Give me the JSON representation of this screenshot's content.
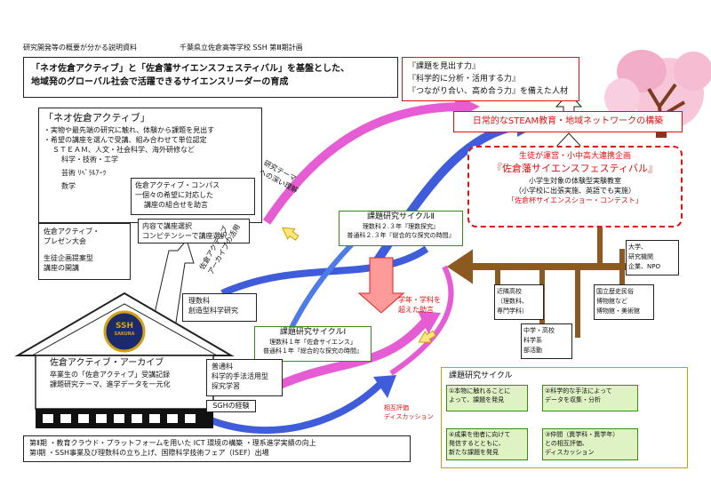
{
  "header": {
    "left": "研究開発等の概要が分かる説明資料",
    "right": "千葉県立佐倉高等学校 SSH 第Ⅲ期計画"
  },
  "theme": {
    "line1": "「ネオ佐倉アクティブ」と「佐倉藩サイエンスフェスティバル」を基盤とした、",
    "line2": "地域発のグローバル社会で活躍できるサイエンスリーダーの育成"
  },
  "goals": [
    "『課題を見出す力』",
    "『科学的に分析・活用する力』",
    "『つながり合い、高め合う力』を備えた人材"
  ],
  "steam": "日常的なSTEAM教育・地域ネットワークの構築",
  "neo": {
    "title": "「ネオ佐倉アクティブ」",
    "l1": "・実物や最先端の研究に触れ、体験から課題を見出す",
    "l2": "・希望の講座を選んで受講、組み合わせて単位認定",
    "l3": "ＳＴＥＡＭ、人文・社会科学、海外研修など",
    "l4": "科学・技術・工学",
    "l5": "芸術 ﾘﾍﾞﾗﾙｱｰﾂ",
    "l6": "数学"
  },
  "compass": {
    "l1": "佐倉アクティブ・コンパス",
    "l2": "一個々の希望に対応した",
    "l3": "講座の組合せを助言"
  },
  "select": {
    "l1": "内容で講座選択",
    "l2": "コンピテンシーで講座選択"
  },
  "presen": {
    "l1": "佐倉アクティブ・",
    "l2": "プレゼン大会",
    "l3": "生徒企画提案型",
    "l4": "講座の開講"
  },
  "labels": {
    "deep": "研究テーマ",
    "deep2": "への深い理解",
    "archive_use1": "佐倉アクティブ",
    "archive_use2": "アーカイブの活用",
    "advice1": "学年・学科を",
    "advice2": "超えた助言",
    "mutual1": "相互評価",
    "mutual2": "ディスカッション"
  },
  "cycle2": {
    "title": "課題研究サイクルⅡ",
    "l1": "理数科２.３年『理数探究』",
    "l2": "普通科２.３年『総合的な探究の時間』"
  },
  "cycle1": {
    "title": "課題研究サイクルⅠ",
    "l1": "理数科１年「佐倉サイエンス」",
    "l2": "普通科１年『総合的な探究の時間』"
  },
  "rika": {
    "l1": "理数科",
    "l2": "創造型科学研究"
  },
  "futsu": {
    "l1": "普通科",
    "l2": "科学的手法活用型",
    "l3": "探究学習"
  },
  "sgh": "SGHの経験",
  "archive": {
    "title": "佐倉アクティブ・アーカイブ",
    "l1": "卒業生の「佐倉アクティブ」受講記録",
    "l2": "課題研究テーマ、進学データを一元化"
  },
  "logo": {
    "main": "SSH",
    "sub": "SAKURA"
  },
  "fest": {
    "l1": "生徒が運営・小中高大連携企画",
    "l1b": "『佐倉藩サイエンスフェスティバル』",
    "l2": "小学生対象の体験型実験教室",
    "l3": "（小学校に出張実施、英語でも実施）",
    "l4": "「佐倉杯サイエンスショー・コンテスト」"
  },
  "partners": [
    {
      "text": "近隣高校\n（理数科、\n専門学科）"
    },
    {
      "text": "中学・高校\n科学系\n部活動"
    },
    {
      "text": "大学、\n研究機関\n企業、NPO"
    },
    {
      "text": "国立歴史民俗\n博物館など\n博物館・美術館"
    }
  ],
  "cycleBox": {
    "title": "課題研究サイクル",
    "s1": "①本物に触れることに\nよって、課題を発見",
    "s2": "②科学的な手法によって\nデータを収集・分析",
    "s3": "③仲間（異学科・異学年）\nとの相互評価、\nディスカッション",
    "s4": "④成果を他者に向けて\n発信するとともに、\n新たな課題を発見"
  },
  "footer": {
    "l1": "第Ⅱ期 ・教育クラウド・プラットフォームを用いた ICT 環境の構築 ・理系進学実績の向上",
    "l2": "第Ⅰ期 ・SSH事業及び理数科の立ち上げ、国際科学技術フェア（ISEF）出場"
  }
}
